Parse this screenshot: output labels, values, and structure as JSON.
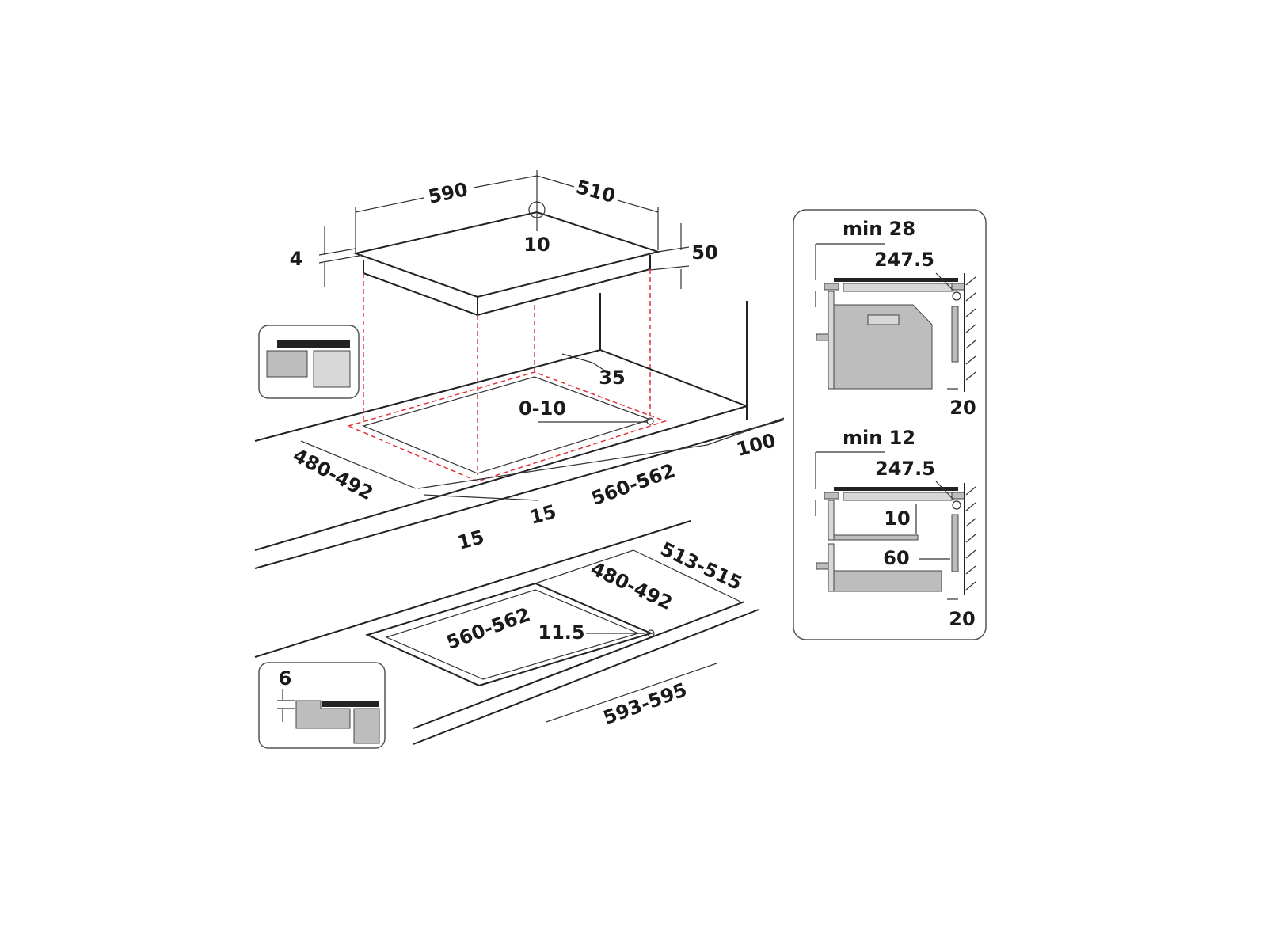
{
  "hob_dimensions": {
    "width": "590",
    "depth": "510",
    "corner_radius": "10",
    "glass_thickness": "4",
    "height": "50"
  },
  "cutout_flush": {
    "gap_35": "35",
    "range_0_10": "0-10",
    "wall_distance": "100",
    "cut_depth": "480-492",
    "cut_width": "560-562",
    "offset_15_a": "15",
    "offset_15_b": "15"
  },
  "cutout_recessed": {
    "outer_depth": "513-515",
    "inner_depth": "480-492",
    "inner_width": "560-562",
    "radius": "11.5",
    "outer_width": "593-595",
    "recess_depth": "6"
  },
  "side_panel": {
    "oven": {
      "min_label": "min 28",
      "dim": "247.5",
      "wall": "20"
    },
    "drawer": {
      "min_label": "min 12",
      "dim": "247.5",
      "gap_10": "10",
      "gap_60": "60",
      "wall": "20"
    }
  }
}
